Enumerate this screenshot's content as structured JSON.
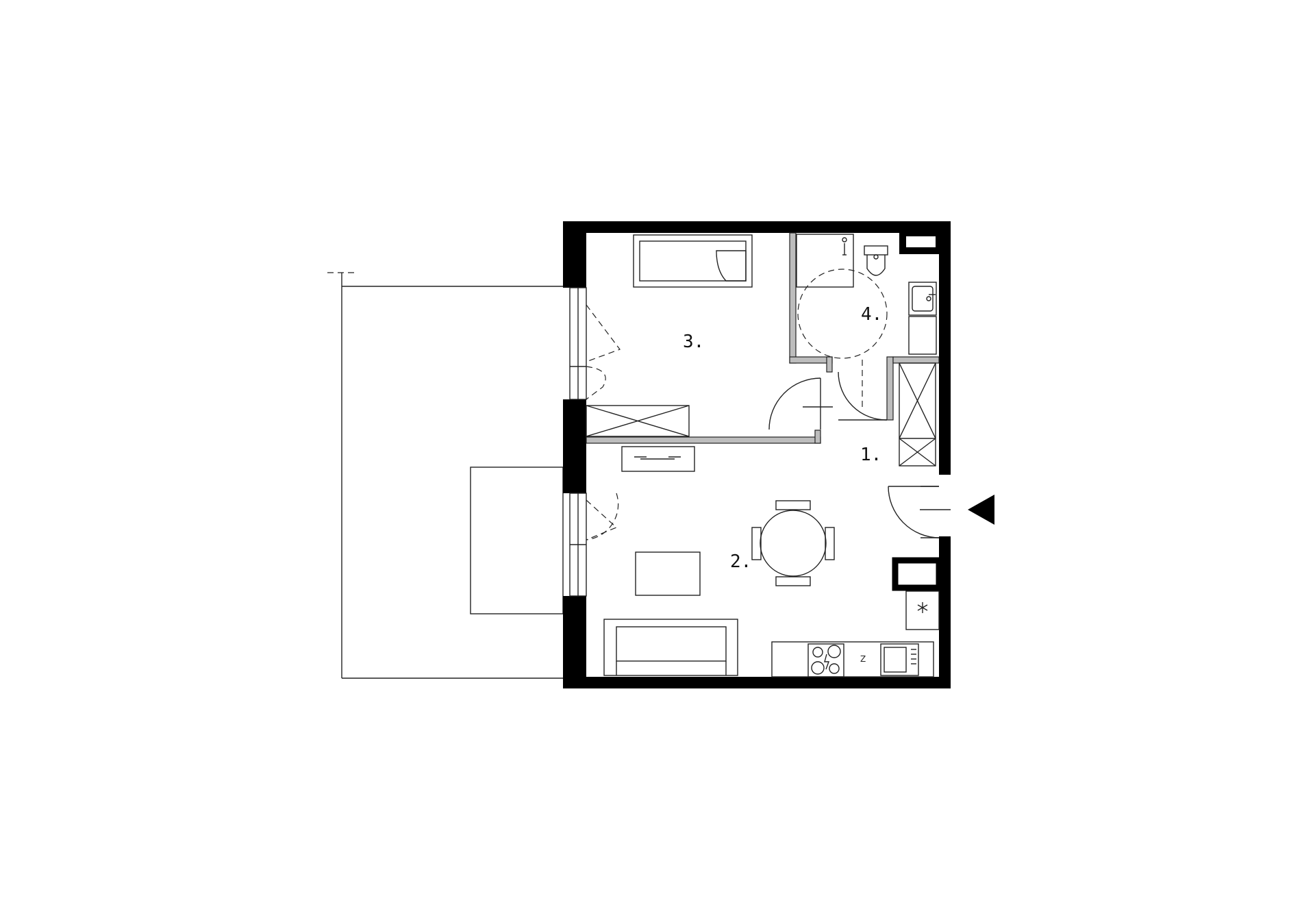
{
  "rooms": [
    {
      "label": "1."
    },
    {
      "label": "2."
    },
    {
      "label": "3."
    },
    {
      "label": "4."
    }
  ],
  "appliances": {
    "fridge_letter": "Z"
  },
  "colors": {
    "wall": "#000000",
    "partition": "#bdbdbd",
    "line": "#222222",
    "background": "#ffffff"
  },
  "icons": {
    "entrance": "entrance-arrow-icon",
    "stove": "induction-hob-icon",
    "freezer": "snowflake-icon",
    "sink": "sink-icon",
    "toilet": "toilet-icon"
  }
}
